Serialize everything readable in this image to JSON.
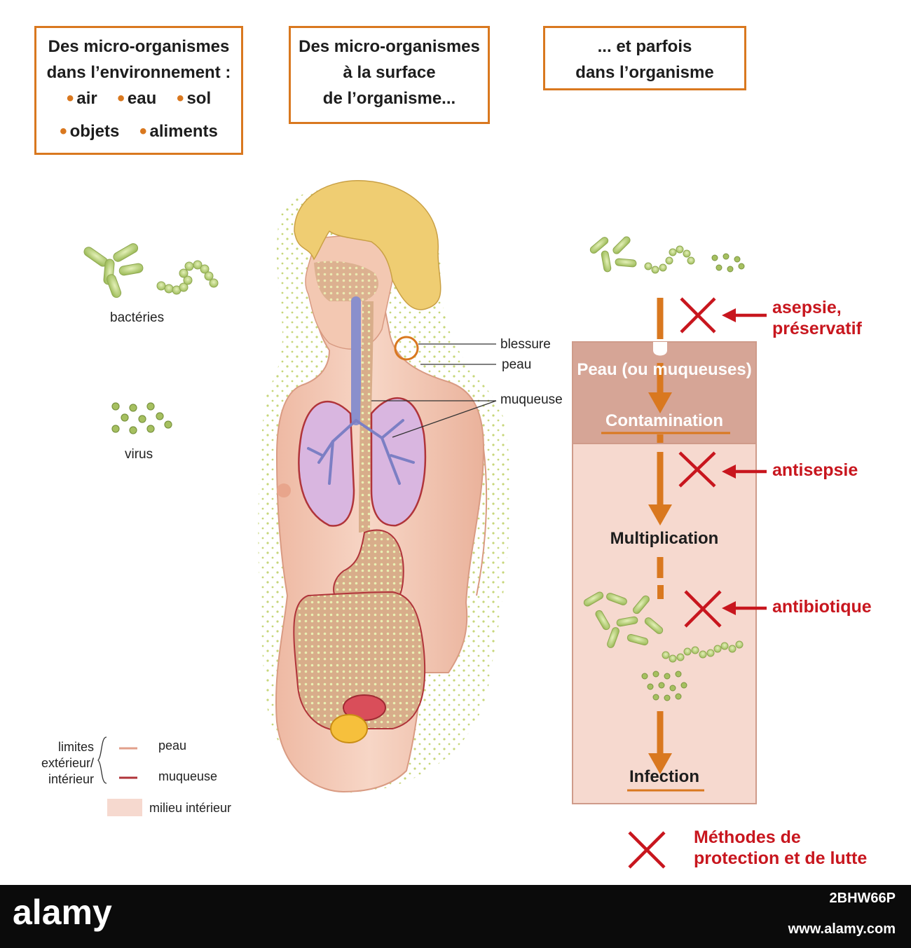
{
  "boxes": {
    "env": {
      "line1": "Des micro-organismes",
      "line2": "dans l’environnement :",
      "b1": "air",
      "b2": "eau",
      "b3": "sol",
      "b4": "objets",
      "b5": "aliments"
    },
    "surface": {
      "line1": "Des micro-organismes",
      "line2": "à la surface",
      "line3": "de l’organisme..."
    },
    "inside": {
      "line1": "... et parfois",
      "line2": "dans l’organisme"
    }
  },
  "labels": {
    "bacteria": "bactéries",
    "virus": "virus",
    "wound": "blessure",
    "skin": "peau",
    "mucosa": "muqueuse"
  },
  "flow": {
    "skin_layer": "Peau (ou muqueuses)",
    "contamination": "Contamination",
    "multiplication": "Multiplication",
    "infection": "Infection"
  },
  "methods": {
    "asepsis_l1": "asepsie,",
    "asepsis_l2": "préservatif",
    "antisepsis": "antisepsie",
    "antibiotic": "antibiotique",
    "legend_l1": "Méthodes de",
    "legend_l2": "protection et de lutte"
  },
  "legend": {
    "limits_l1": "limites",
    "limits_l2": "extérieur/",
    "limits_l3": "intérieur",
    "skin": "peau",
    "mucosa": "muqueuse",
    "interior": "milieu intérieur"
  },
  "watermark": {
    "brand": "alamy",
    "code": "2BHW66P",
    "site": "www.alamy.com"
  },
  "colors": {
    "accent": "#d9781f",
    "method_red": "#c8161e",
    "skin_tone": "#f4cdb8",
    "panel_dark": "#d6a596",
    "panel_light": "#f6d9cf"
  }
}
